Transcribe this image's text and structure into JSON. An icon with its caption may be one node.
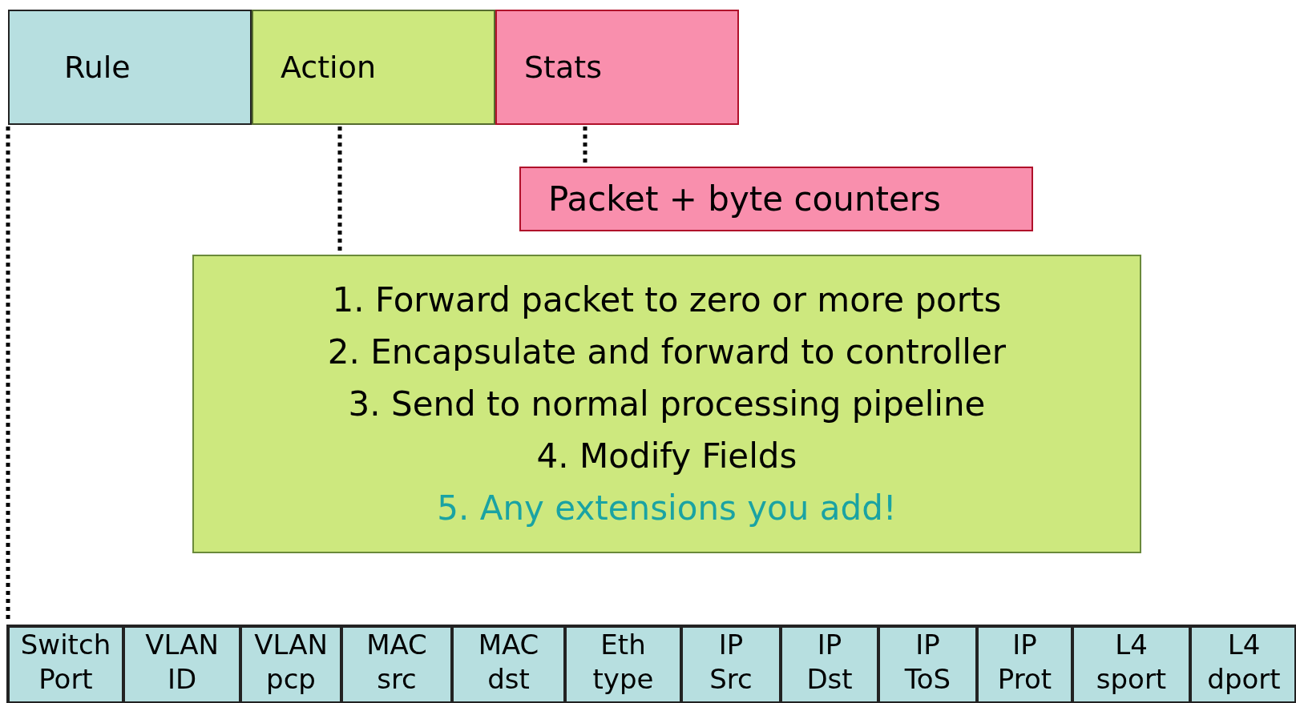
{
  "diagram": {
    "nodes": [
      {
        "text": [
          "Rule"
        ]
      },
      {
        "text": [
          "Action"
        ]
      },
      {
        "text": [
          "Stats"
        ]
      },
      {
        "text": [
          "Packet + byte counters"
        ]
      },
      {
        "text": [
          "1. Forward packet to zero or more ports",
          "2. Encapsulate and forward to controller",
          "3. Send to normal processing pipeline",
          "4. Modify Fields",
          "5. Any extensions you add!"
        ]
      },
      {
        "text": [],
        "shape": "bar"
      },
      {
        "text": [
          "Switch Port"
        ],
        "in": 5
      },
      {
        "text": [
          "VLAN ID"
        ],
        "in": 5
      },
      {
        "text": [
          "VLAN pcp"
        ],
        "in": 5
      },
      {
        "text": [
          "MAC src"
        ],
        "in": 5
      },
      {
        "text": [
          "MAC dst"
        ],
        "in": 5
      },
      {
        "text": [
          "Eth type"
        ],
        "in": 5
      },
      {
        "text": [
          "IP Src"
        ],
        "in": 5
      },
      {
        "text": [
          "IP Dst"
        ],
        "in": 5
      },
      {
        "text": [
          "IP ToS"
        ],
        "in": 5
      },
      {
        "text": [
          "IP Prot"
        ],
        "in": 5
      },
      {
        "text": [
          "L4 sport"
        ],
        "in": 5
      },
      {
        "text": [
          "L4 dport"
        ],
        "in": 5
      }
    ],
    "edges": [
      {
        "from": 0,
        "to": 5,
        "arrow": "none",
        "style": "dashed"
      },
      {
        "from": 1,
        "to": 4,
        "arrow": "none",
        "style": "dashed"
      },
      {
        "from": 2,
        "to": 3,
        "arrow": "none",
        "style": "dashed"
      }
    ]
  }
}
